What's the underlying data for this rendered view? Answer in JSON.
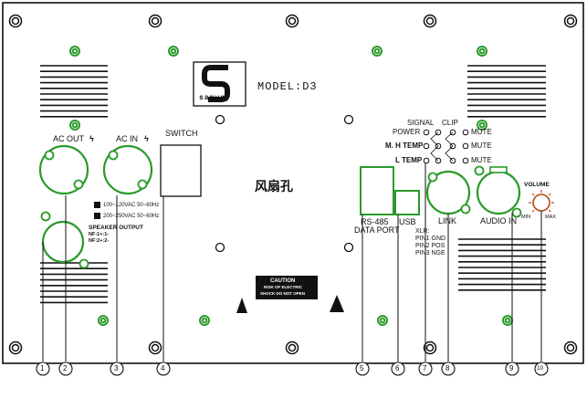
{
  "brand": {
    "name": "sanway",
    "model": "MODEL:D3"
  },
  "labels": {
    "ac_out": "AC OUT",
    "ac_in": "AC IN",
    "switch": "SWITCH",
    "voltage_110": "100~120VAC 50~60Hz",
    "voltage_220": "200~250VAC 50~60Hz",
    "speaker_output": "SPEAKER OUTPUT",
    "nf_line1": "NF:1+:1-",
    "nf_line2": "NF:2+:2-",
    "fan_hole": "风扇孔",
    "signal": "SIGNAL",
    "clip": "CLIP",
    "power": "POWER",
    "mh_temp": "M. H TEMP",
    "l_temp": "L TEMP",
    "mute": "MUTE",
    "rs485": "RS-485",
    "data_port": "DATA PORT",
    "usb": "USB",
    "link": "LINK",
    "audio_in": "AUDIO IN",
    "volume": "VOLUME",
    "min": "MIN",
    "max": "MAX",
    "xlr": "XLR:",
    "pin1": "PIN1 GND",
    "pin2": "PIN2 POS",
    "pin3": "PIN3 NGE",
    "caution_title": "CAUTION",
    "caution_line1": "RISK OF ELECTRIC",
    "caution_line2": "SHOCK DO NOT OPEN"
  },
  "callouts": [
    "1",
    "2",
    "3",
    "4",
    "5",
    "6",
    "7",
    "8",
    "9",
    "10"
  ],
  "colors": {
    "accent_green": "#2a9a2a",
    "line": "#111111",
    "background": "#ffffff"
  }
}
